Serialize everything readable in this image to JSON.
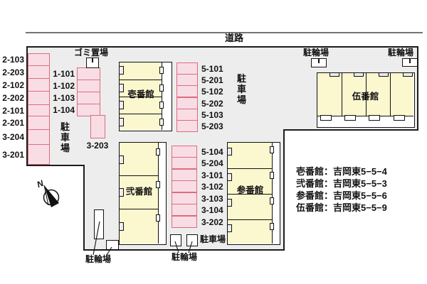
{
  "road": {
    "label": "道路"
  },
  "compass": {
    "label": "N"
  },
  "areas": {
    "garbage_label": "ゴミ置場",
    "parking_vertical_left": "駐車場",
    "parking_vertical_right": "駐車場",
    "parking_bottom": "駐車場",
    "bicycle_top_left": "駐輪場",
    "bicycle_top_right": "駐輪場",
    "bicycle_bottom_left": "駐輪場",
    "bicycle_bottom_middle": "駐輪場"
  },
  "buildings": {
    "b1": "壱番館",
    "b2": "弐番館",
    "b3": "参番館",
    "b5": "伍番館"
  },
  "parking_spots": {
    "left_column": [
      "2-103",
      "2-203",
      "2-102",
      "2-202",
      "2-101",
      "2-201",
      "3-204",
      "3-201"
    ],
    "col_1": [
      "1-101",
      "1-102",
      "1-103",
      "1-104"
    ],
    "col_1_extra": "3-203",
    "col_5": [
      "5-101",
      "5-201",
      "5-102",
      "5-202",
      "5-103",
      "5-203"
    ],
    "col_35": [
      "5-104",
      "5-204",
      "3-101",
      "3-102",
      "3-103",
      "3-104",
      "3-202"
    ]
  },
  "addresses": [
    "壱番館：吉岡東5−5−4",
    "弐番館：吉岡東5−5−3",
    "参番館：吉岡東5−5−6",
    "伍番館：吉岡東5−5−9"
  ],
  "colors": {
    "site_fill": "#ededed",
    "building_fill": "#fbf7cf",
    "parking_fill": "#f9dde5",
    "parking_border": "#dd6b80",
    "outline": "#1c1c1c"
  }
}
